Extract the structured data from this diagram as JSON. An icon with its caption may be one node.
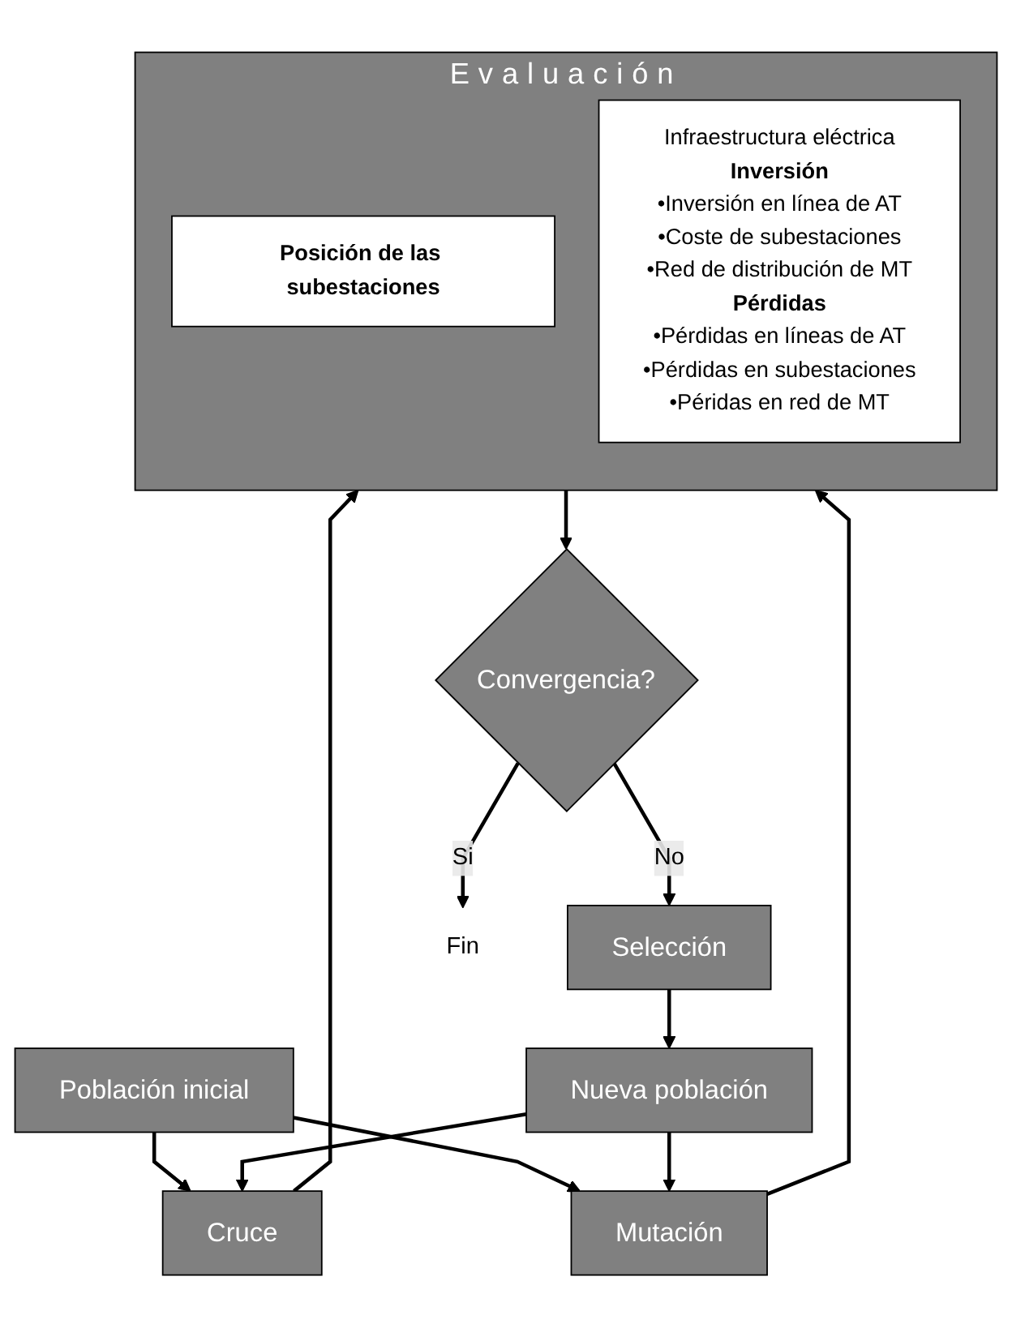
{
  "diagram": {
    "nodes": [
      {
        "text": [
          "Población inicial"
        ]
      },
      {
        "text": [
          "Cruce"
        ]
      },
      {
        "text": [
          "Mutación"
        ]
      },
      {
        "text": [
          "Evaluación"
        ]
      },
      {
        "text": [
          "Posición de las subestaciones"
        ],
        "in": 3
      },
      {
        "text": [
          "Infraestructura eléctrica",
          "Inversión",
          "•Inversión en línea de AT",
          "•Coste de subestaciones",
          "•Red de distribución de MT",
          "Pérdidas",
          "•Pérdidas en líneas de AT",
          "•Pérdidas en subestaciones",
          "•Péridas en red de MT"
        ],
        "in": 3
      },
      {
        "text": [
          "Convergencia?"
        ]
      },
      {
        "text": [
          "Selección"
        ]
      },
      {
        "text": [
          "Nueva población"
        ]
      },
      {
        "text": [
          "Fin"
        ]
      }
    ],
    "edges": [
      {
        "from": 0,
        "to": 1,
        "arrow": "to"
      },
      {
        "from": 0,
        "to": 2,
        "arrow": "to"
      },
      {
        "from": 8,
        "to": 1,
        "arrow": "to"
      },
      {
        "from": 8,
        "to": 2,
        "arrow": "to"
      },
      {
        "from": 1,
        "to": 3,
        "arrow": "to"
      },
      {
        "from": 2,
        "to": 3,
        "arrow": "to"
      },
      {
        "from": 3,
        "to": 6,
        "arrow": "to"
      },
      {
        "from": 6,
        "to": 9,
        "label": "Si",
        "arrow": "to"
      },
      {
        "from": 6,
        "to": 7,
        "label": "No",
        "arrow": "to"
      },
      {
        "from": 7,
        "to": 8,
        "arrow": "to"
      }
    ]
  }
}
